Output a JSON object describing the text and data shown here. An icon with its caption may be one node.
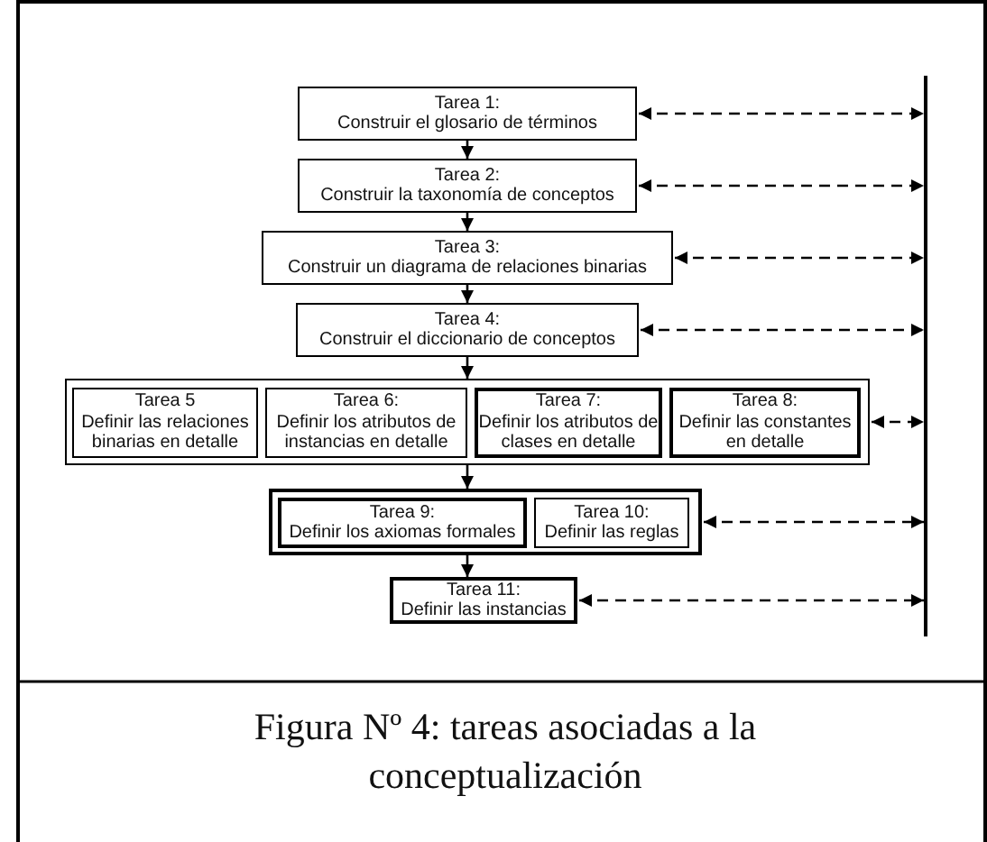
{
  "diagram": {
    "caption": "Figura Nº 4: tareas asociadas a la conceptualización",
    "nodes": [
      {
        "text": [
          "Tarea 1:",
          "Construir el glosario de términos"
        ]
      },
      {
        "text": [
          "Tarea 2:",
          "Construir la taxonomía de conceptos"
        ]
      },
      {
        "text": [
          "Tarea 3:",
          "Construir un diagrama de relaciones binarias"
        ]
      },
      {
        "text": [
          "Tarea 4:",
          "Construir el diccionario de conceptos"
        ]
      },
      {
        "text": [],
        "shape": "box"
      },
      {
        "text": [
          "Tarea 5",
          "Definir las relaciones binarias en detalle"
        ],
        "in": 4
      },
      {
        "text": [
          "Tarea 6:",
          "Definir los atributos de instancias en detalle"
        ],
        "in": 4
      },
      {
        "text": [
          "Tarea 7:",
          "Definir los atributos de clases en detalle"
        ],
        "in": 4
      },
      {
        "text": [
          "Tarea 8:",
          "Definir las constantes en detalle"
        ],
        "in": 4
      },
      {
        "text": [],
        "shape": "box"
      },
      {
        "text": [
          "Tarea 9:",
          "Definir los axiomas formales"
        ],
        "in": 9
      },
      {
        "text": [
          "Tarea 10:",
          "Definir las reglas"
        ],
        "in": 9
      },
      {
        "text": [
          "Tarea 11:",
          "Definir las instancias"
        ]
      },
      {
        "text": [],
        "shape": "bar"
      }
    ],
    "edges": [
      {
        "from": 0,
        "to": 1,
        "arrow": "to"
      },
      {
        "from": 1,
        "to": 2,
        "arrow": "to"
      },
      {
        "from": 2,
        "to": 3,
        "arrow": "to"
      },
      {
        "from": 3,
        "to": 4,
        "arrow": "to"
      },
      {
        "from": 4,
        "to": 9,
        "arrow": "to"
      },
      {
        "from": 9,
        "to": 12,
        "arrow": "to"
      },
      {
        "from": 0,
        "to": 13,
        "arrow": "both",
        "style": "dashed"
      },
      {
        "from": 1,
        "to": 13,
        "arrow": "both",
        "style": "dashed"
      },
      {
        "from": 2,
        "to": 13,
        "arrow": "both",
        "style": "dashed"
      },
      {
        "from": 3,
        "to": 13,
        "arrow": "both",
        "style": "dashed"
      },
      {
        "from": 4,
        "to": 13,
        "arrow": "both",
        "style": "dashed"
      },
      {
        "from": 9,
        "to": 13,
        "arrow": "both",
        "style": "dashed"
      },
      {
        "from": 12,
        "to": 13,
        "arrow": "both",
        "style": "dashed"
      }
    ]
  }
}
